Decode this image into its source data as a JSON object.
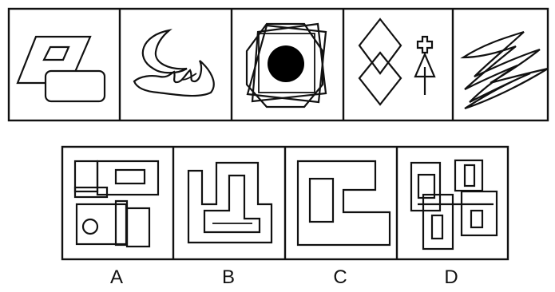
{
  "question_row": {
    "panels": [
      {
        "id": 1,
        "shape": "parallelogram-with-rounded-rect"
      },
      {
        "id": 2,
        "shape": "crescent-and-wave-curve"
      },
      {
        "id": 3,
        "shape": "black-circle-in-octagon-frames"
      },
      {
        "id": 4,
        "shape": "stacked-diamonds-and-cross-arrow"
      },
      {
        "id": 5,
        "shape": "zigzag-strokes"
      }
    ]
  },
  "options_row": {
    "options": [
      {
        "label": "A"
      },
      {
        "label": "B"
      },
      {
        "label": "C"
      },
      {
        "label": "D"
      }
    ]
  }
}
